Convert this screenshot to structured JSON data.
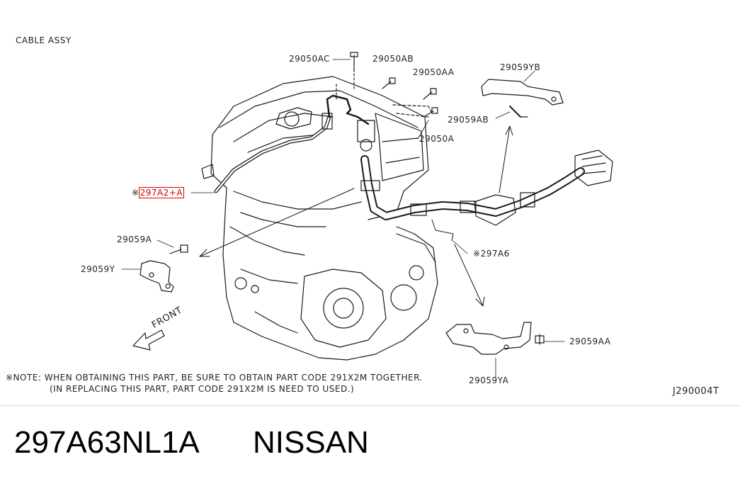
{
  "title": "CABLE ASSY",
  "diagram_code": "J290004T",
  "labels": {
    "p29050AC": "29050AC",
    "p29050AB": "29050AB",
    "p29050AA": "29050AA",
    "p29050A": "29050A",
    "p29059YB": "29059YB",
    "p29059AB": "29059AB",
    "p297A2plusA": "297A2+A",
    "p297A6": "297A6",
    "p29059A": "29059A",
    "p29059Y": "29059Y",
    "p29059AA": "29059AA",
    "p29059YA": "29059YA",
    "front": "FRONT"
  },
  "note": {
    "mark": "※",
    "line1": "※NOTE: WHEN OBTAINING THIS PART, BE SURE TO OBTAIN PART CODE 291X2M TOGETHER.",
    "line2": "(IN REPLACING THIS PART, PART CODE 291X2M IS NEED TO USED.)"
  },
  "caption": {
    "part_number": "297A63NL1A",
    "brand": "NISSAN"
  },
  "colors": {
    "highlight": "#d40000",
    "line": "#1a1a1a"
  }
}
